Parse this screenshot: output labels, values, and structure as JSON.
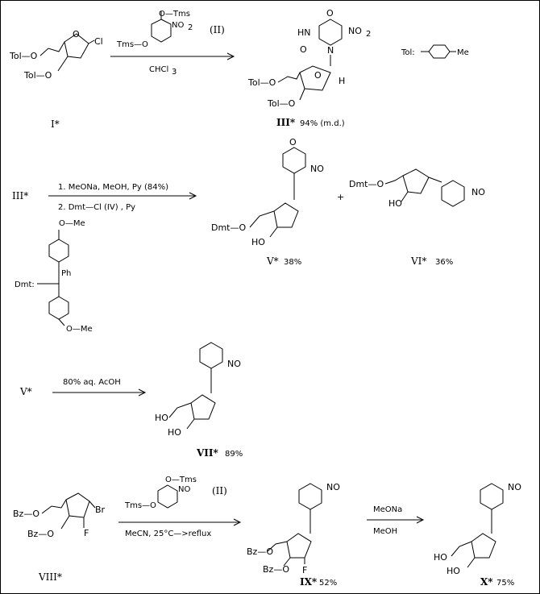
{
  "border_color": "#000000",
  "background": "#ffffff",
  "step1": {
    "sm_left": "Tol—O",
    "sm_o": "O",
    "sm_cl": "Cl",
    "sm_bottom": "Tol—O",
    "label": "I*",
    "reagent_top": "O—Tms",
    "reagent_left": "Tms—O",
    "reagent_no2": "NO",
    "reagent_id": "(II)",
    "solvent": "CHCl",
    "product_nh": "HN",
    "product_o_top": "O",
    "product_o_left": "O",
    "product_no2": "NO",
    "product_n": "N",
    "product_tol1": "Tol—O",
    "product_tol2": "Tol—O",
    "product_o_ring": "O",
    "product_h": "H",
    "product_label": "III*",
    "product_yield": "94% (m.d.)",
    "tol_def_label": "Tol:",
    "tol_def_me": "Me"
  },
  "step2": {
    "sm_label": "III*",
    "reagent_line1": "1. MeONa, MeOH, Py (84%)",
    "reagent_line2": "2. Dmt—Cl  (IV) , Py",
    "plus": "+",
    "v_dmt": "Dmt—O",
    "v_ho": "HO",
    "v_label": "V*",
    "v_yield": "38%",
    "vi_dmt": "Dmt—O",
    "vi_ho": "HO",
    "vi_label": "VI*",
    "vi_yield": "36%",
    "dmt_label": "Dmt:",
    "dmt_ome_top": "O—Me",
    "dmt_ome_bottom": "O—Me",
    "dmt_ph": "Ph"
  },
  "step3": {
    "sm_label": "V*",
    "reagent": "80% aq. AcOH",
    "p_ho1": "HO",
    "p_ho2": "HO",
    "p_label": "VII*",
    "p_yield": "89%"
  },
  "step4": {
    "sm_bz1": "Bz—O",
    "sm_bz2": "Bz—O",
    "sm_br": "Br",
    "sm_f": "F",
    "sm_label": "VIII*",
    "reagent_top": "O—Tms",
    "reagent_left": "Tms—O",
    "reagent_id": "(II)",
    "conditions": "MeCN,  25°C—>reflux",
    "p_bz1": "Bz—O",
    "p_bz2": "Bz—O",
    "p_f": "F",
    "p_label": "IX*",
    "p_yield": "52%",
    "reagent2_top": "MeONa",
    "reagent2_bottom": "MeOH",
    "final_ho1": "HO",
    "final_ho2": "HO",
    "final_label": "X*",
    "final_yield": "75%"
  }
}
